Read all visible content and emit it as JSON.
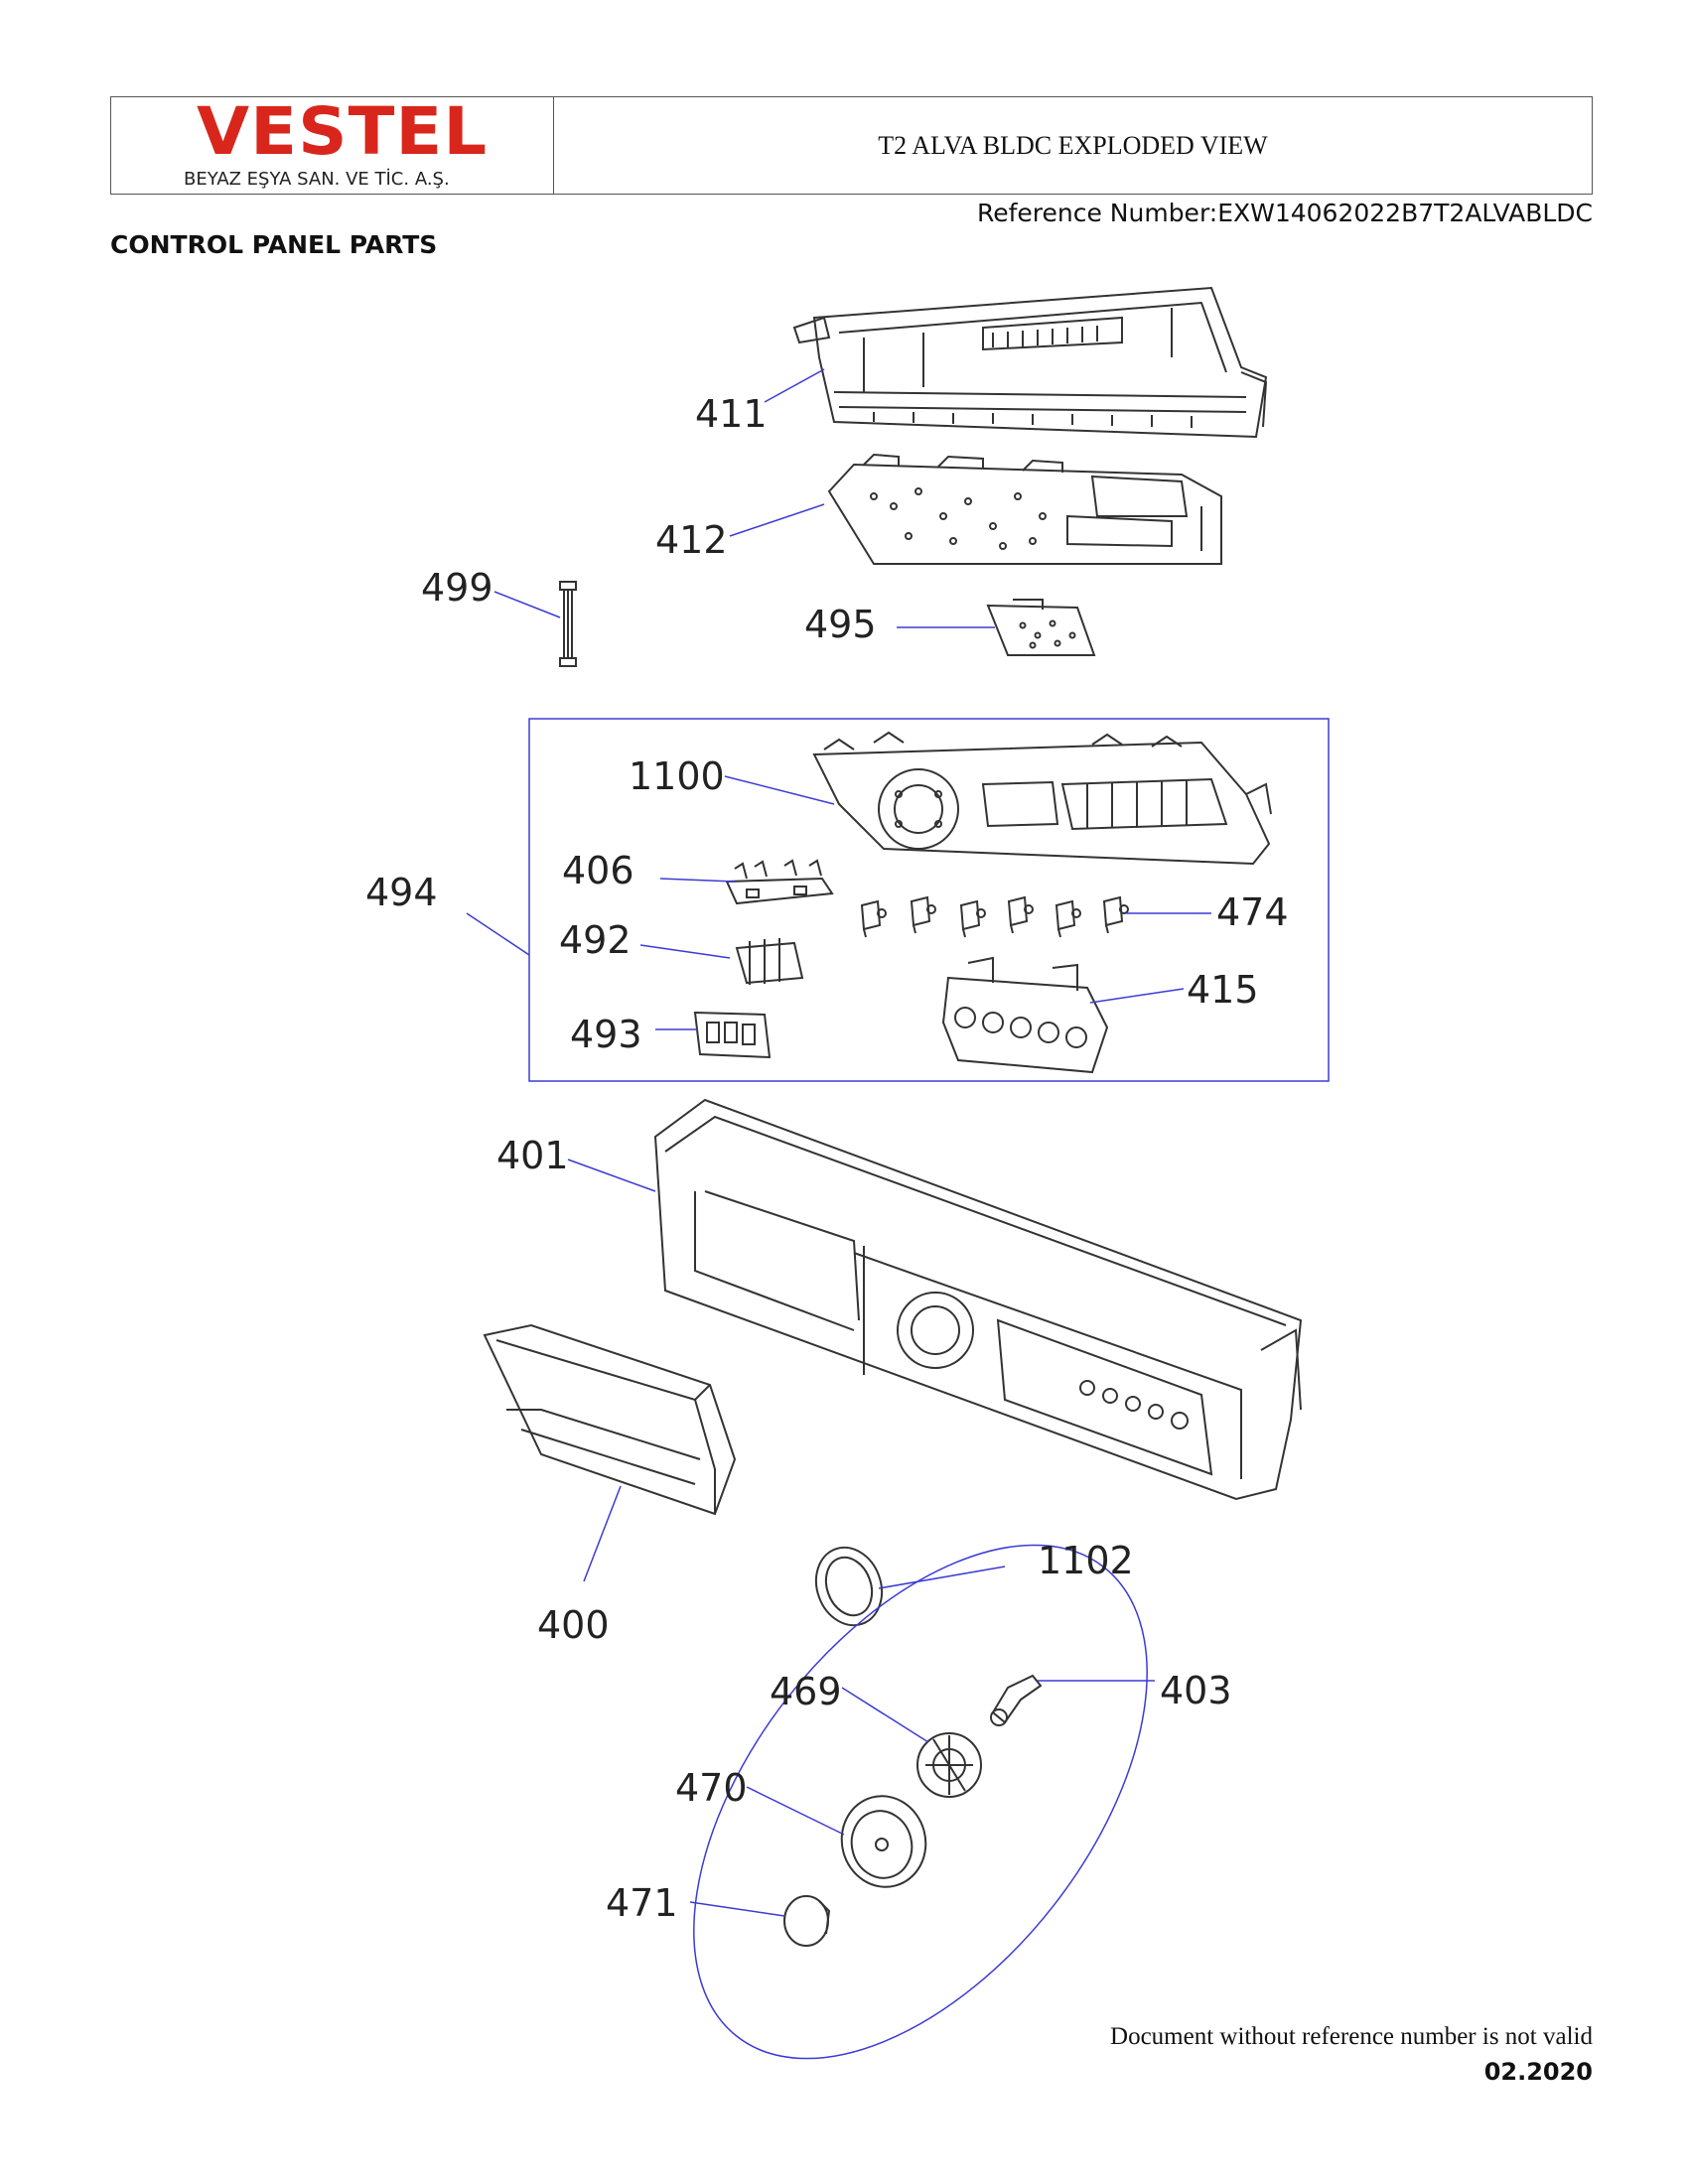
{
  "header": {
    "brand": "VESTEL",
    "brand_subtitle": "BEYAZ EŞYA SAN. VE TİC. A.Ş.",
    "title": "T2 ALVA BLDC EXPLODED VIEW",
    "reference": "Reference Number:EXW14062022B7T2ALVABLDC"
  },
  "section_title": "CONTROL PANEL PARTS",
  "callouts": {
    "p411": "411",
    "p412": "412",
    "p499": "499",
    "p495": "495",
    "p1100": "1100",
    "p494": "494",
    "p406": "406",
    "p474": "474",
    "p492": "492",
    "p415": "415",
    "p493": "493",
    "p401": "401",
    "p1102": "1102",
    "p400": "400",
    "p469": "469",
    "p403": "403",
    "p470": "470",
    "p471": "471"
  },
  "colors": {
    "brand_red": "#d9261c",
    "leader_blue": "#3b3bd6",
    "part_stroke": "#333333"
  },
  "footer": {
    "note": "Document without reference number is not valid",
    "date": "02.2020"
  }
}
